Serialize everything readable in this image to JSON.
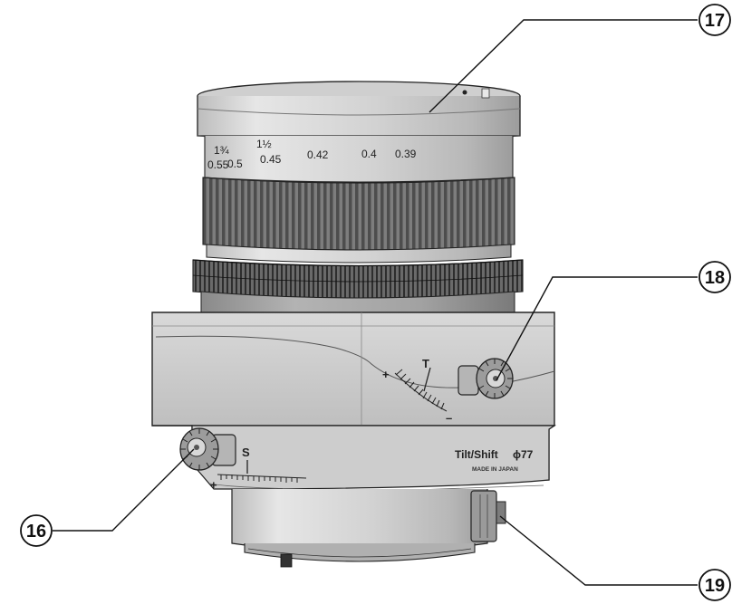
{
  "callouts": [
    {
      "id": "c16",
      "label": "16"
    },
    {
      "id": "c17",
      "label": "17"
    },
    {
      "id": "c18",
      "label": "18"
    },
    {
      "id": "c19",
      "label": "19"
    }
  ],
  "distance_scale": {
    "feet": [
      "1¾",
      "1½"
    ],
    "meters": [
      "0.55",
      "0.5",
      "0.45",
      "0.42",
      "0.4",
      "0.39"
    ]
  },
  "tilt_scale": {
    "tick_label": "T",
    "plus": "+",
    "minus": "–"
  },
  "shift_scale": {
    "tick_label": "S",
    "plus": "+",
    "minus": "–"
  },
  "lens_name": "Tilt/Shift",
  "lens_filter": "ϕ77",
  "origin": "MADE IN JAPAN"
}
